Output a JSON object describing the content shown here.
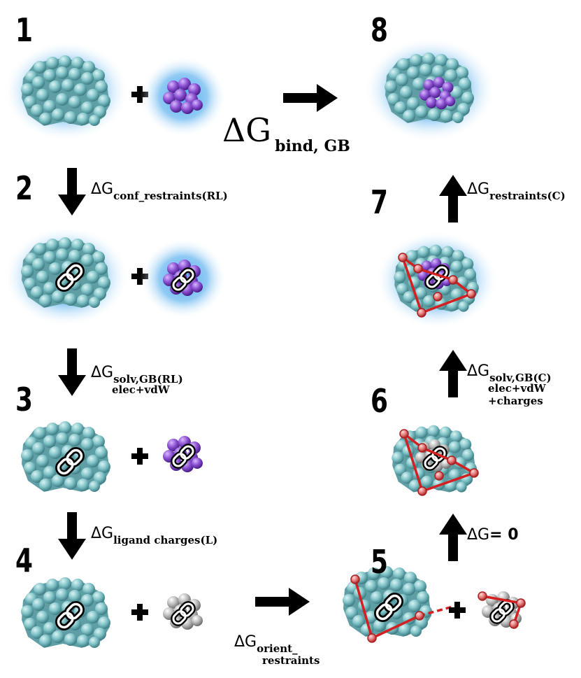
{
  "steps": {
    "s1": "1",
    "s2": "2",
    "s3": "3",
    "s4": "4",
    "s5": "5",
    "s6": "6",
    "s7": "7",
    "s8": "8"
  },
  "labels": {
    "bind": {
      "dg": "ΔG",
      "sub": "bind, GB"
    },
    "conf": {
      "dg": "ΔG",
      "sub": "conf_restraints(RL)"
    },
    "solv_rl": {
      "dg": "ΔG",
      "sub": "solv,GB(RL)",
      "extra": "elec+vdW"
    },
    "lig_charges": {
      "dg": "ΔG",
      "sub": "ligand charges(L)"
    },
    "orient": {
      "dg": "ΔG",
      "sub": "orient_",
      "extra": "restraints"
    },
    "zero": {
      "dg": "ΔG",
      "eq": "= 0"
    },
    "solv_c": {
      "dg": "ΔG",
      "sub": "solv,GB(C)",
      "extra1": "elec+vdW",
      "extra2": "+charges"
    },
    "restraints_c": {
      "dg": "ΔG",
      "sub": "restraints(C)"
    }
  },
  "plus_sign": "+",
  "colors": {
    "protein": "#7fc2c6",
    "ligand": "#8a4fd0",
    "ligand_uncharged": "#b8b8b8",
    "solvent_glow": "#4aa8ec",
    "restraint": "#d42020",
    "arrow": "#000000"
  },
  "icons": [
    "link-icon",
    "arrow-icon",
    "plus-icon"
  ]
}
